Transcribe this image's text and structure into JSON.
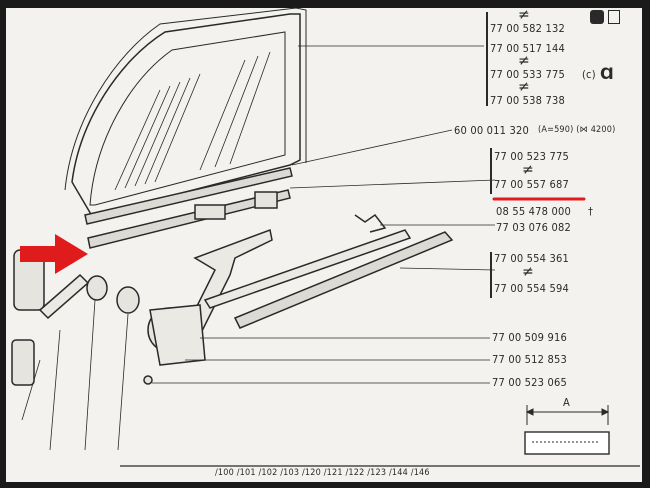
{
  "part_numbers": {
    "p582132": "77 00 582 132",
    "p517144": "77 00 517 144",
    "p533775": "77 00 533 775",
    "p538738": "77 00 538 738",
    "p011320": "60 00 011 320",
    "p011320_note": "(A=590) (⋈ 4200)",
    "p523775": "77 00 523 775",
    "p557687": "77 00 557 687",
    "p478000": "08 55 478 000",
    "p478000_mark": "†",
    "p076082": "77 03 076 082",
    "p554361": "77 00 554 361",
    "p554594": "77 00 554 594",
    "p509916": "77 00 509 916",
    "p512853": "77 00 512 853",
    "p523065": "77 00 523 065"
  },
  "neq_symbol": "≠",
  "variant_c": "(c)",
  "dim_label": "A",
  "footer_models": "/100 /101 /102 /103 /120 /121 /122 /123 /144 /146",
  "colors": {
    "highlight_arrow": "#e01b1b",
    "underline": "#e01b1b",
    "ink": "#2a2a2a"
  }
}
